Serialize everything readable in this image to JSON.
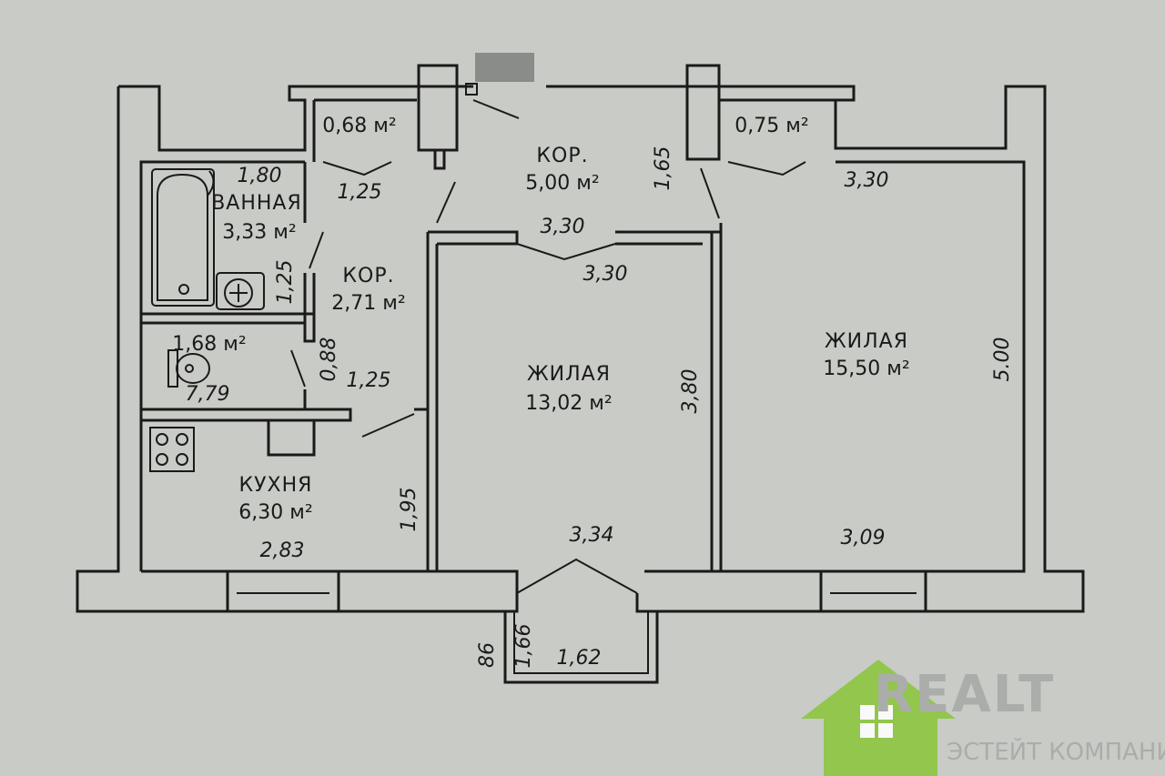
{
  "rooms": {
    "corridor_top": {
      "name": "КОР.",
      "area": "5,00 м²"
    },
    "corridor_mid": {
      "name": "КОР.",
      "area": "2,71 м²"
    },
    "bathroom": {
      "name": "ВАННАЯ",
      "area": "3,33 м²"
    },
    "closet_left": {
      "area": "0,68 м²"
    },
    "closet_right": {
      "area": "0,75 м²"
    },
    "toilet": {
      "area": "1,68 м²"
    },
    "kitchen": {
      "name": "КУХНЯ",
      "area": "6,30 м²"
    },
    "living_middle": {
      "name": "ЖИЛАЯ",
      "area": "13,02 м²"
    },
    "living_right": {
      "name": "ЖИЛАЯ",
      "area": "15,50 м²"
    }
  },
  "dimensions": {
    "bath_width": "1,80",
    "closet_left_door": "1,25",
    "bath_height": "1,25",
    "corridor_top_width": "3,30",
    "corridor_top_height": "1,65",
    "closet_right_door": "3,30",
    "living_middle_top": "3,30",
    "toilet_height": "0,88",
    "corridor_mid_width": "1,25",
    "toilet_width": "7,79",
    "living_middle_height": "3,80",
    "living_right_height": "5.00",
    "kitchen_height": "1,95",
    "kitchen_width": "2,83",
    "living_middle_width": "3,34",
    "living_right_width": "3,09",
    "balcony_outer": "86",
    "balcony_height": "1,66",
    "balcony_width": "1,62"
  },
  "logo": {
    "brand": "REALT",
    "subtitle": "ЭСТЕЙТ КОМПАНИ",
    "green": "#8dc63f",
    "gray": "#9a9c9a"
  }
}
